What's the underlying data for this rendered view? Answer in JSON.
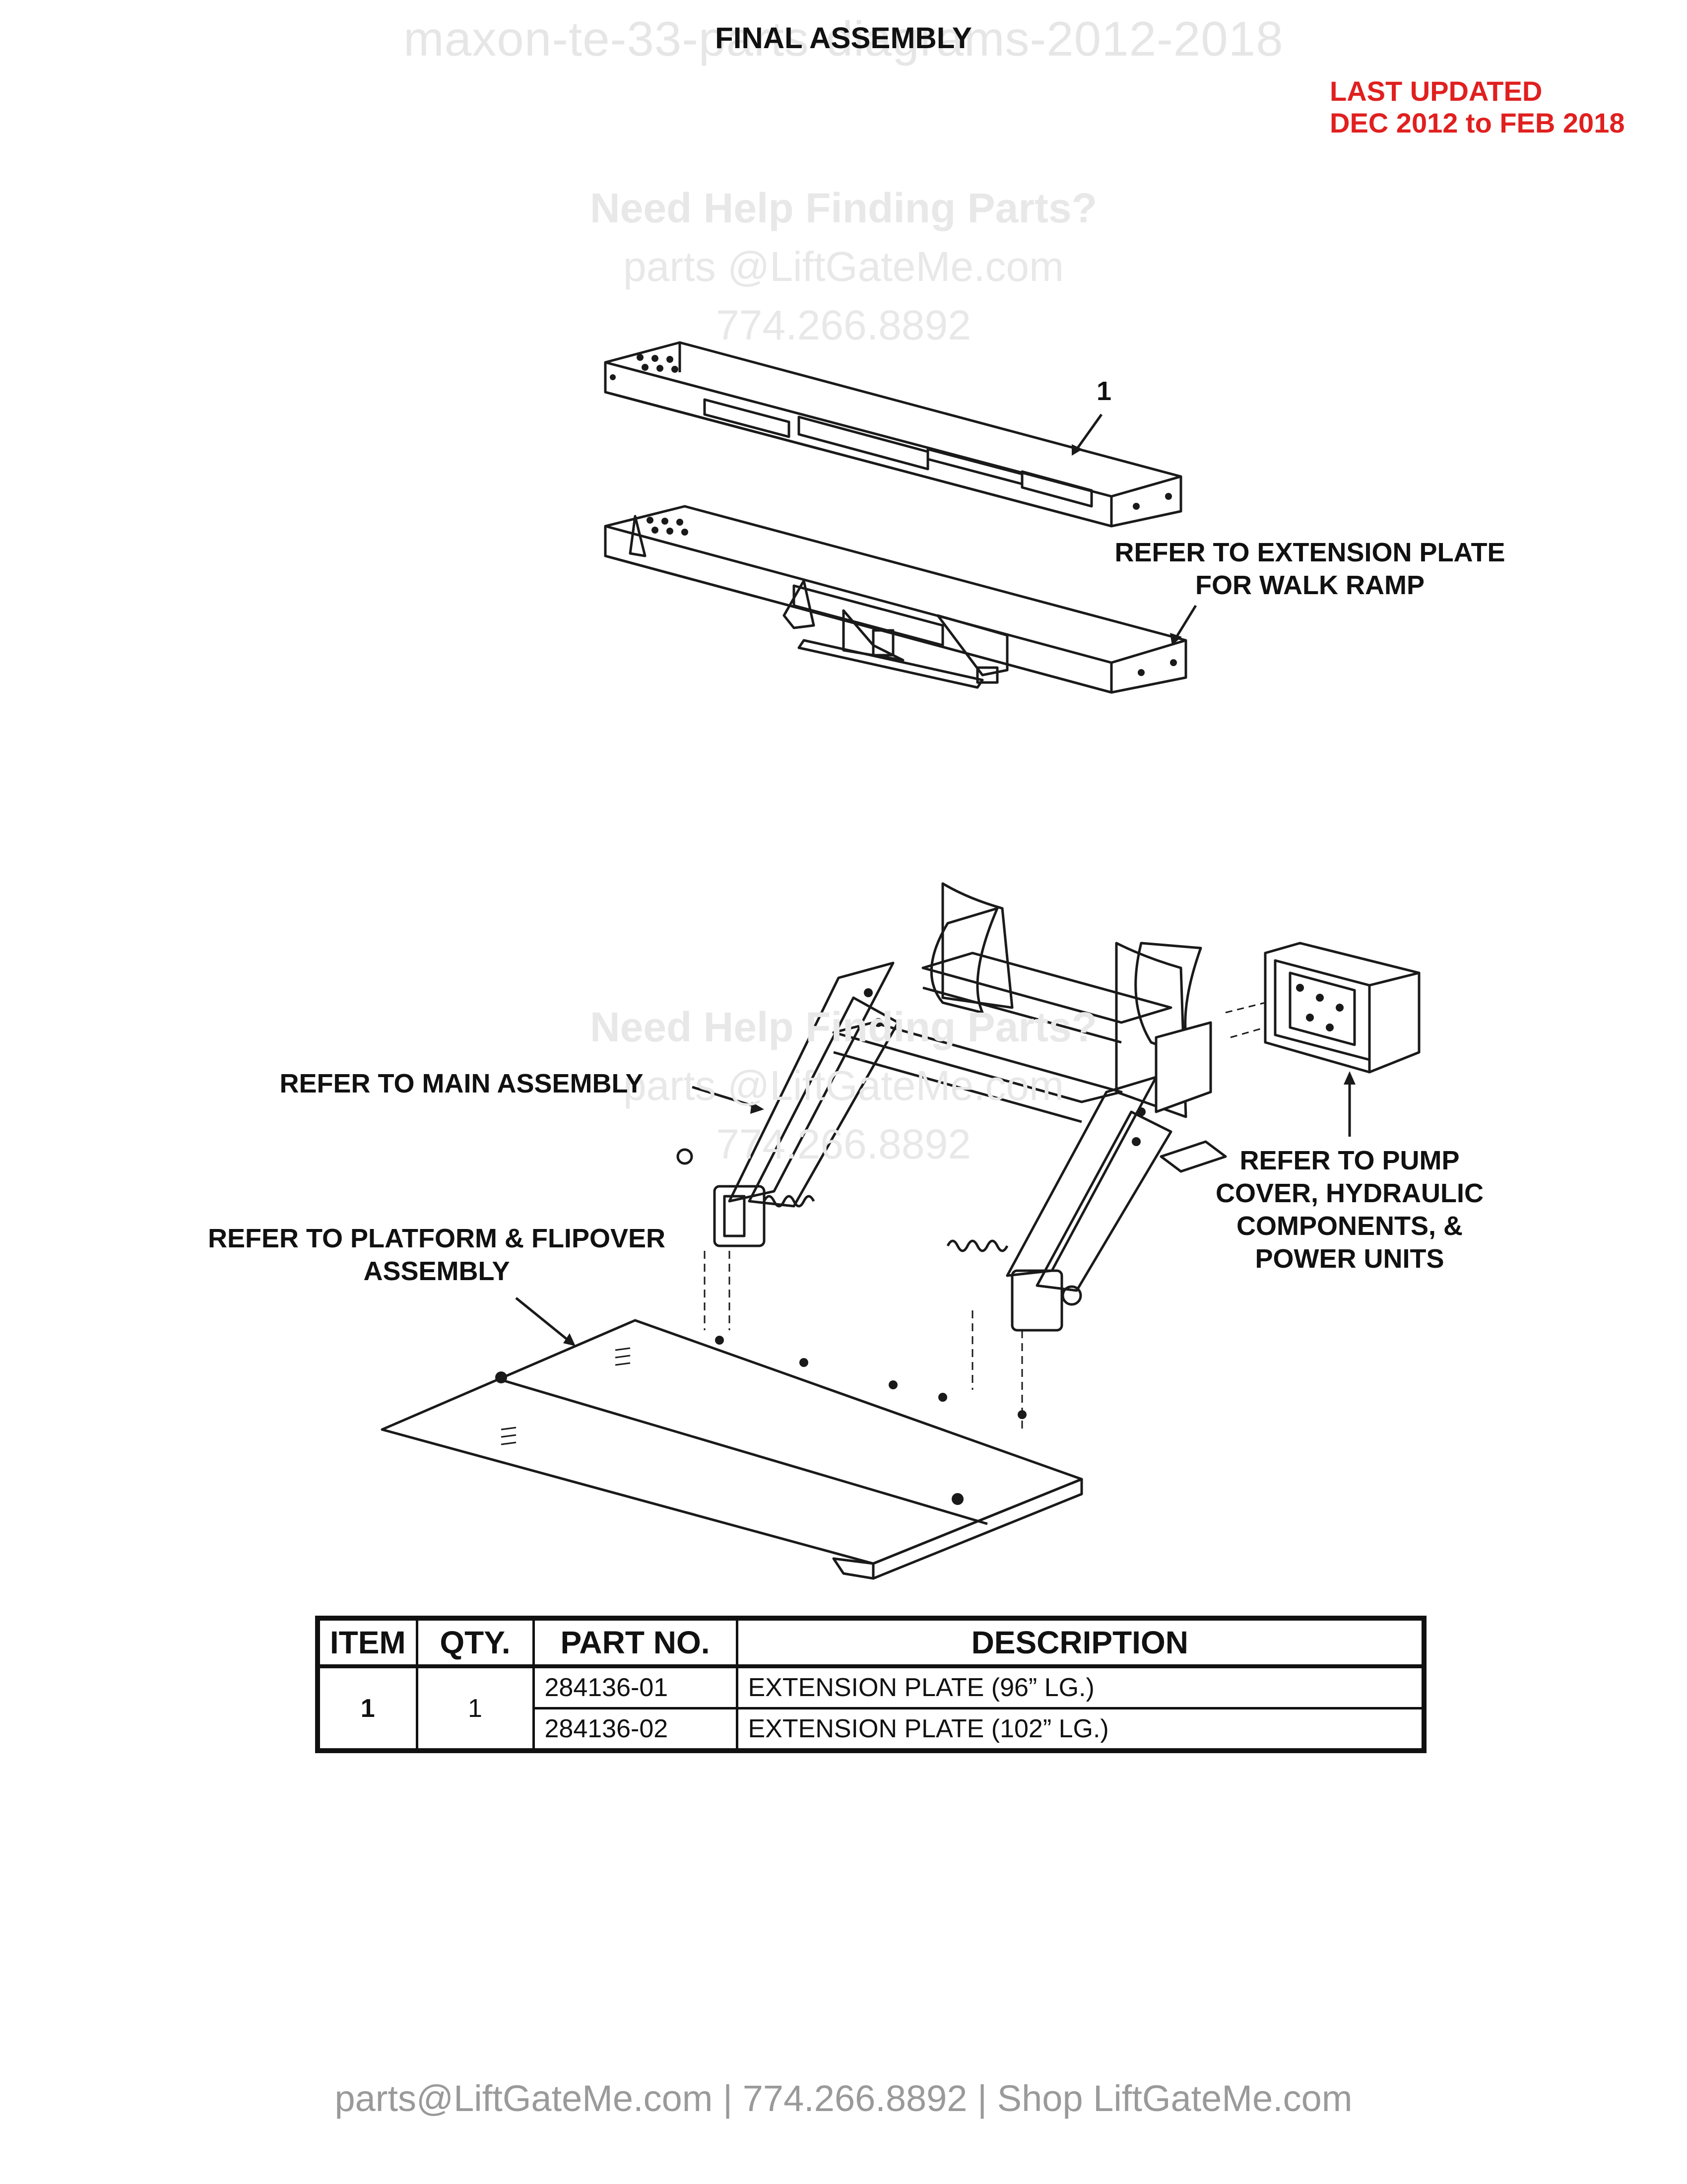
{
  "watermark": "maxon-te-33-parts-diagrams-2012-2018",
  "title": "FINAL ASSEMBLY",
  "last_updated": [
    "LAST UPDATED",
    "DEC 2012 to FEB 2018"
  ],
  "help_block": {
    "heading": "Need Help Finding Parts?",
    "email": "parts @LiftGateMe.com",
    "phone": "774.266.8892"
  },
  "callouts": {
    "item_number": "1",
    "extension_plate": [
      "REFER TO EXTENSION PLATE",
      "FOR WALK RAMP"
    ],
    "main_assembly": "REFER TO MAIN ASSEMBLY",
    "platform": [
      "REFER TO PLATFORM & FLIPOVER",
      "ASSEMBLY"
    ],
    "pump": [
      "REFER TO PUMP",
      "COVER, HYDRAULIC",
      "COMPONENTS, &",
      "POWER UNITS"
    ]
  },
  "table": {
    "headers": [
      "ITEM",
      "QTY.",
      "PART NO.",
      "DESCRIPTION"
    ],
    "item": "1",
    "qty": "1",
    "rows": [
      {
        "part_no": "284136-01",
        "description": "EXTENSION PLATE (96” LG.)"
      },
      {
        "part_no": "284136-02",
        "description": "EXTENSION PLATE (102” LG.)"
      }
    ]
  },
  "footer": "parts@LiftGateMe.com | 774.266.8892 | Shop LiftGateMe.com"
}
